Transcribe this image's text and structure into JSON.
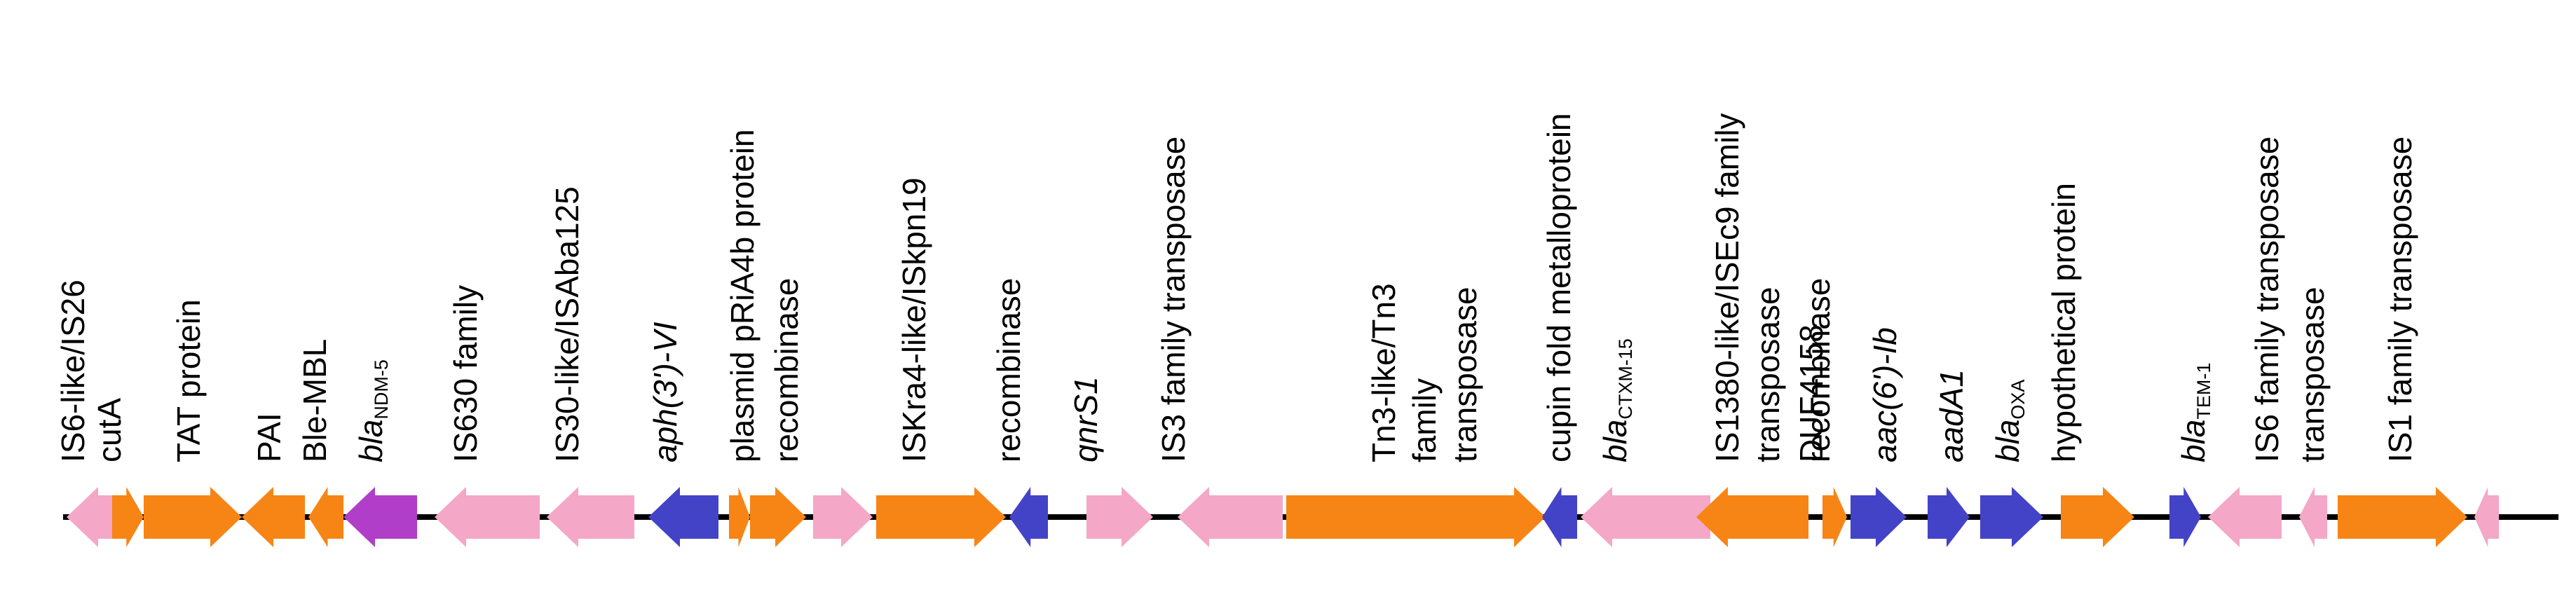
{
  "colors": {
    "insertion_sequence": "#f4a7c6",
    "other_gene": "#f78515",
    "resistance_gene": "#4343c8",
    "carbapenemase": "#b03ec8",
    "backbone": "#000000"
  },
  "genes": [
    {
      "label": "IS6-like/IS26",
      "color_key": "insertion_sequence",
      "strand": "reverse"
    },
    {
      "label": "cutA",
      "color_key": "other_gene",
      "strand": "forward"
    },
    {
      "label": "TAT protein",
      "color_key": "other_gene",
      "strand": "forward"
    },
    {
      "label": "PAI",
      "color_key": "other_gene",
      "strand": "reverse"
    },
    {
      "label": "Ble-MBL",
      "color_key": "other_gene",
      "strand": "reverse"
    },
    {
      "label": "bla",
      "subscript": "NDM-5",
      "italic": true,
      "color_key": "carbapenemase",
      "strand": "reverse"
    },
    {
      "label": "IS630 family",
      "color_key": "insertion_sequence",
      "strand": "reverse"
    },
    {
      "label": "IS30-like/ISAba125",
      "color_key": "insertion_sequence",
      "strand": "reverse"
    },
    {
      "label": "aph(3')-VI",
      "italic": true,
      "color_key": "resistance_gene",
      "strand": "reverse"
    },
    {
      "label": "plasmid pRiA4b protein",
      "color_key": "other_gene",
      "strand": "forward"
    },
    {
      "label": "recombinase",
      "color_key": "other_gene",
      "strand": "forward"
    },
    {
      "label": "ISKra4-like/ISkpn19",
      "color_key": "insertion_sequence",
      "strand": "forward"
    },
    {
      "label": "recombinase",
      "color_key": "other_gene",
      "strand": "forward"
    },
    {
      "label": "qnrS1",
      "italic": true,
      "color_key": "resistance_gene",
      "strand": "reverse"
    },
    {
      "label": "IS3 family transposase",
      "color_key": "insertion_sequence",
      "strand": "forward"
    },
    {
      "label": "Tn3-like/Tn3 family transposase",
      "lines": [
        "Tn3-like/Tn3",
        "family",
        "transposase"
      ],
      "color_key": "insertion_sequence",
      "strand": "reverse"
    },
    {
      "label": "cupin fold metalloprotein",
      "color_key": "other_gene",
      "strand": "forward"
    },
    {
      "label": "bla",
      "subscript": "CTXM-15",
      "italic": true,
      "color_key": "resistance_gene",
      "strand": "reverse"
    },
    {
      "label": "IS1380-like/ISEc9 family transposase",
      "lines": [
        "IS1380-like/ISEc9 family",
        "transposase"
      ],
      "color_key": "insertion_sequence",
      "strand": "reverse"
    },
    {
      "label": "DUF4158",
      "color_key": "other_gene",
      "strand": "reverse"
    },
    {
      "label": "recombinase",
      "color_key": "other_gene",
      "strand": "forward"
    },
    {
      "label": "aac(6')-Ib",
      "italic": true,
      "color_key": "resistance_gene",
      "strand": "forward"
    },
    {
      "label": "aadA1",
      "italic": true,
      "color_key": "resistance_gene",
      "strand": "forward"
    },
    {
      "label": "bla",
      "subscript": "OXA",
      "italic": true,
      "color_key": "resistance_gene",
      "strand": "forward"
    },
    {
      "label": "hypothetical protein",
      "color_key": "other_gene",
      "strand": "forward"
    },
    {
      "label": "bla",
      "subscript": "TEM-1",
      "italic": true,
      "color_key": "resistance_gene",
      "strand": "forward"
    },
    {
      "label": "IS6 family transposase",
      "color_key": "insertion_sequence",
      "strand": "reverse"
    },
    {
      "label": "transposase",
      "color_key": "insertion_sequence",
      "strand": "reverse"
    },
    {
      "label": "IS1 family transposase",
      "color_key": "other_gene",
      "strand": "forward"
    },
    {
      "label": "",
      "color_key": "insertion_sequence",
      "strand": "reverse"
    }
  ]
}
